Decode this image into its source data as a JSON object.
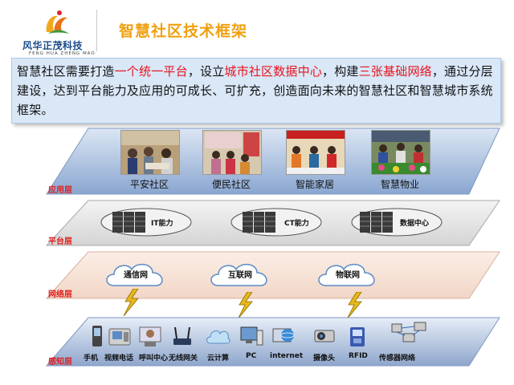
{
  "header": {
    "logo_name": "风华正茂科技",
    "logo_english": "FENG HUA ZHENG MAO",
    "title": "智慧社区技术框架"
  },
  "intro": {
    "t1": "智慧社区需要打造",
    "h1": "一个统一平台",
    "t2": "，设立",
    "h2": "城市社区数据中心",
    "t3": "，构建",
    "h3": "三张基础网络",
    "t4": "，通过分层建设，达到平台能力及应用的可成长、可扩充，创造面向未来的智慧社区和智慧城市系统框架。"
  },
  "layers": {
    "application": {
      "label": "应用层",
      "items": [
        "平安社区",
        "便民社区",
        "智能家居",
        "智慧物业"
      ]
    },
    "platform": {
      "label": "平台层",
      "items": [
        "IT能力",
        "CT能力",
        "数据中心"
      ]
    },
    "network": {
      "label": "网络层",
      "items": [
        "通信网",
        "互联网",
        "物联网"
      ]
    },
    "perception": {
      "label": "感知层",
      "items": [
        "手机",
        "视频电话",
        "呼叫中心",
        "无线网关",
        "云计算",
        "PC",
        "internet",
        "摄像头",
        "RFID",
        "传感器网络"
      ]
    }
  },
  "colors": {
    "title": "#f0a010",
    "highlight": "#e8141c",
    "layer_label": "#e02020",
    "intro_bg": "#d9e7f7"
  }
}
